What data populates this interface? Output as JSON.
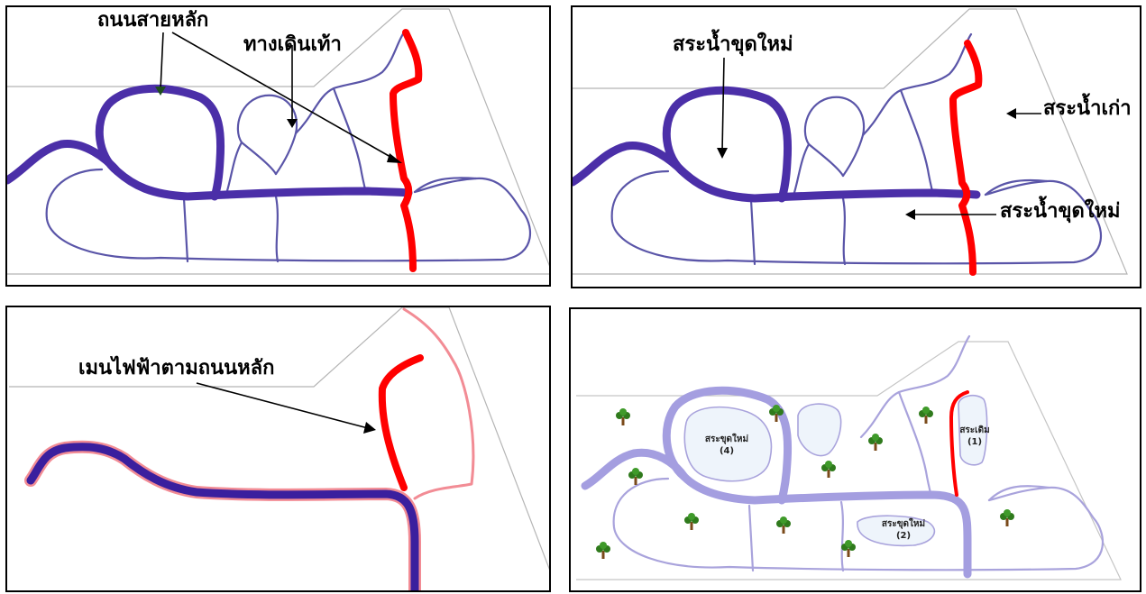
{
  "panel_a": {
    "label_main_road": "ถนนสายหลัก",
    "label_walkway": "ทางเดินเท้า"
  },
  "panel_b": {
    "label_new_pond_top": "สระน้ำขุดใหม่",
    "label_old_pond": "สระน้ำเก่า",
    "label_new_pond_bottom": "สระน้ำขุดใหม่"
  },
  "panel_c": {
    "label_power_line": "เมนไฟฟ้าตามถนนหลัก"
  },
  "panel_d": {
    "pond_new_4_name": "สระขุดใหม่",
    "pond_new_4_num": "(4)",
    "pond_old_1_name": "สระเดิม",
    "pond_old_1_num": "(1)",
    "pond_new_2_name": "สระขุดใหม่",
    "pond_new_2_num": "(2)"
  },
  "colors": {
    "road": "#4b2fa8",
    "walkway": "#5a55a8",
    "power_line": "#ff0000",
    "plan_light": "#a9a3dc",
    "tree_leaf": "#2f7a1c"
  }
}
